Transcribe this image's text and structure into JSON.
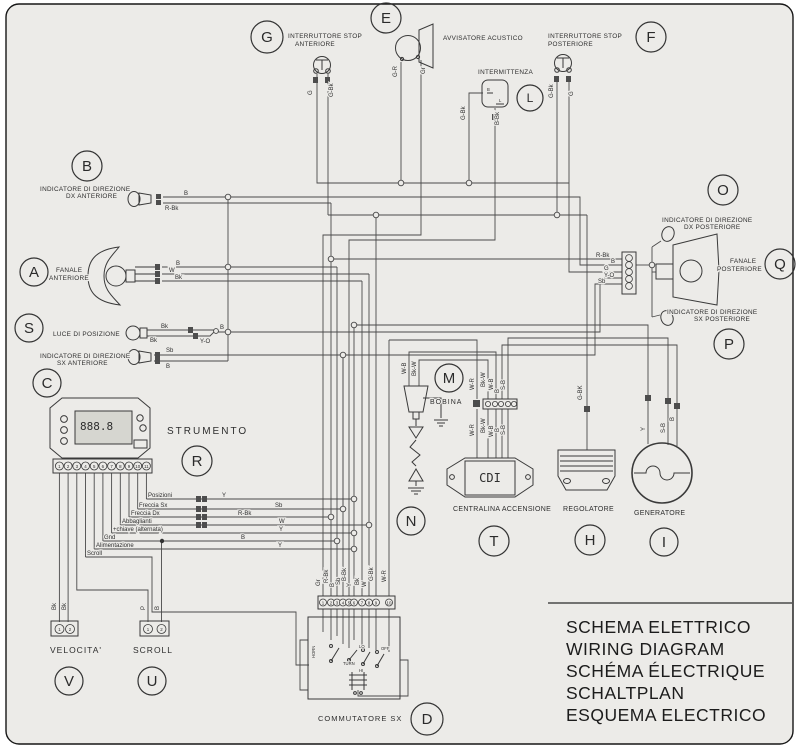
{
  "colors": {
    "paper": "#ecebe8",
    "line": "#474747",
    "ink": "#2b2b2b"
  },
  "title_block": {
    "lines": [
      "SCHEMA ELETTRICO",
      "WIRING DIAGRAM",
      "SCHÉMA ÉLECTRIQUE",
      "SCHALTPLAN",
      "ESQUEMA ELECTRICO"
    ]
  },
  "components": {
    "front_stop_switch": {
      "letter": "G",
      "name_line1": "INTERRUTTORE STOP",
      "name_line2": "ANTERIORE",
      "wires": [
        "G",
        "G-Bk"
      ]
    },
    "horn": {
      "letter": "E",
      "name": "AVVISATORE ACUSTICO",
      "wires": [
        "G-R",
        "Gr"
      ]
    },
    "flasher": {
      "letter": "L",
      "name": "INTERMITTENZA",
      "terminals": [
        "B",
        "L"
      ],
      "wires": [
        "G-Bk",
        "B-Bk"
      ]
    },
    "rear_stop_switch": {
      "letter": "F",
      "name_line1": "INTERRUTTORE STOP",
      "name_line2": "POSTERIORE",
      "wires": [
        "G-Bk",
        "G"
      ]
    },
    "front_right_indicator": {
      "letter": "B",
      "name_line1": "INDICATORE DI DIREZIONE",
      "name_line2": "DX ANTERIORE",
      "wires": [
        "B",
        "R-Bk"
      ]
    },
    "headlight": {
      "letter": "A",
      "name_line1": "FANALE",
      "name_line2": "ANTERIORE",
      "wires": [
        "B",
        "W",
        "Bk"
      ]
    },
    "position_light": {
      "letter": "S",
      "name": "LUCE DI POSIZIONE",
      "wires": [
        "Bk",
        "Bk",
        "Y-O",
        "B"
      ]
    },
    "front_left_indicator": {
      "name_line1": "INDICATORE DI DIREZIONE",
      "name_line2": "SX ANTERIORE",
      "wires": [
        "Sb",
        "B"
      ]
    },
    "instrument": {
      "letter": "C",
      "ref_letter": "R",
      "name": "STRUMENTO",
      "display": "888.8",
      "pins": [
        "1",
        "2",
        "3",
        "4",
        "5",
        "6",
        "7",
        "8",
        "9",
        "10",
        "11"
      ]
    },
    "instrument_signals": {
      "rows": [
        {
          "label": "Posizioni",
          "wire": "Y"
        },
        {
          "label": "Freccia Sx",
          "wire": "Sb"
        },
        {
          "label": "Freccia Dx",
          "wire": "R-Bk"
        },
        {
          "label": "Abbaglianti",
          "wire": "W"
        },
        {
          "label": "+chiave (alternata)",
          "wire": "Y"
        },
        {
          "label": "Gnd",
          "wire": "B"
        },
        {
          "label": "Alimentazione",
          "wire": "Y"
        },
        {
          "label": "Scroll",
          "wire": ""
        }
      ]
    },
    "speed_sensor": {
      "letter": "V",
      "name": "VELOCITA'",
      "pins": [
        "1",
        "2"
      ],
      "wires": [
        "Bk",
        "Bk"
      ]
    },
    "scroll_switch": {
      "letter": "U",
      "name": "SCROLL",
      "pins": [
        "1",
        "2"
      ],
      "wires": [
        "P",
        "B"
      ]
    },
    "left_commutator": {
      "letter": "D",
      "name": "COMMUTATORE SX",
      "wires": [
        "Gr",
        "R-Bk",
        "B",
        "Sb",
        "B-Bk",
        "Y",
        "Bk",
        "W",
        "G-Bk",
        "W-R"
      ],
      "pins": [
        "1",
        "2",
        "3",
        "4",
        "5",
        "6",
        "7",
        "8",
        "9",
        "10"
      ],
      "switch_labels": {
        "horn": "HORN",
        "turn": "TURN",
        "lo": "LO",
        "hi": "HI",
        "off": "OFF"
      }
    },
    "ignition_coil": {
      "letter": "M",
      "spark_ref": "N",
      "name": "BOBINA",
      "wires": [
        "W-B",
        "Bk-W"
      ]
    },
    "cdi": {
      "letter": "T",
      "box_label": "CDI",
      "name": "CENTRALINA ACCENSIONE",
      "wires": [
        "W-R",
        "Bk-W",
        "W-B",
        "B",
        "S-B"
      ]
    },
    "regulator": {
      "letter": "H",
      "name": "REGOLATORE",
      "wires": [
        "G-BK"
      ]
    },
    "generator": {
      "letter": "I",
      "name": "GENERATORE",
      "wires": [
        "Y",
        "S-B",
        "B"
      ]
    },
    "rear_right_indicator": {
      "letter": "O",
      "name_line1": "INDICATORE DI DIREZIONE",
      "name_line2": "DX POSTERIORE"
    },
    "tail_light": {
      "letter": "Q",
      "name_line1": "FANALE",
      "name_line2": "POSTERIORE",
      "harness_wires": [
        "R-Bk",
        "B",
        "G",
        "Y-O",
        "Sb"
      ]
    },
    "rear_left_indicator": {
      "letter": "P",
      "name_line1": "INDICATORE DI DIREZIONE",
      "name_line2": "SX POSTERIORE"
    }
  }
}
